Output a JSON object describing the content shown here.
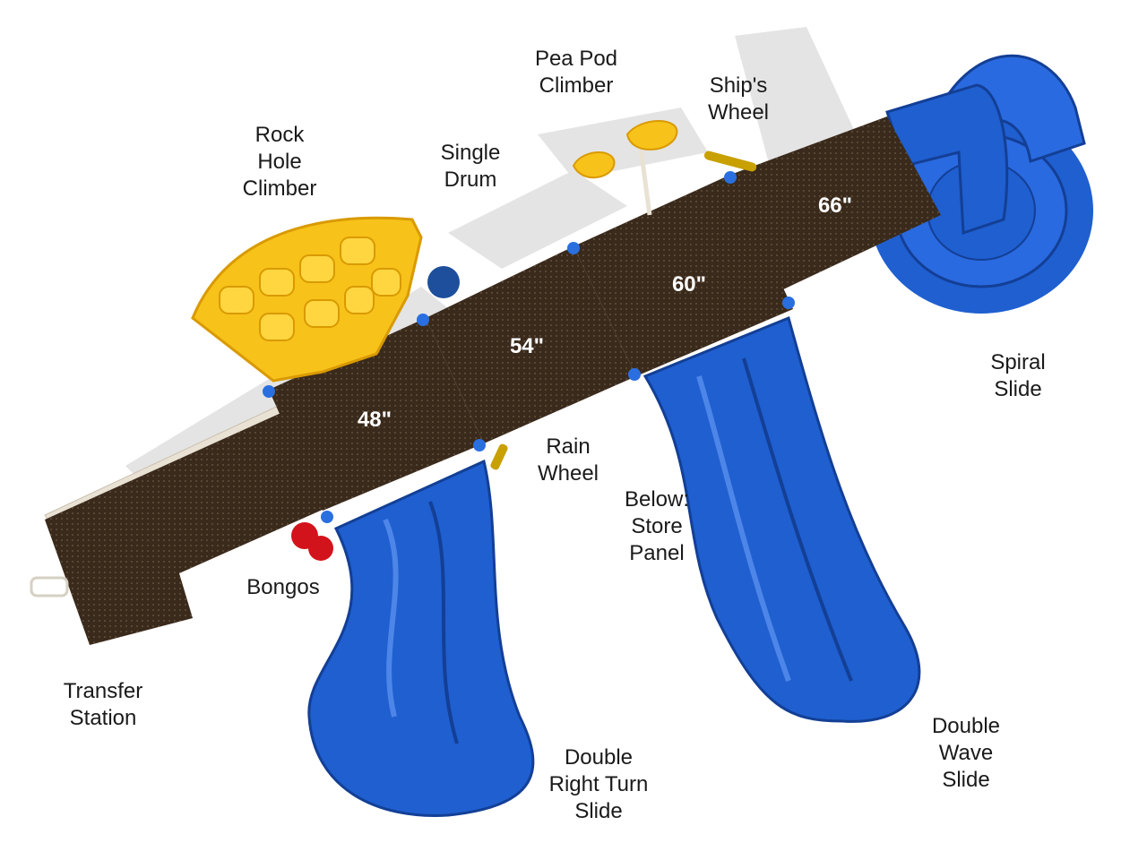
{
  "colors": {
    "deck": "#3a2a1c",
    "deck_light": "#4a3828",
    "slide_blue": "#1f5fd0",
    "slide_dark": "#133f95",
    "slide_light": "#4d86e8",
    "climber_yellow": "#f7c21a",
    "climber_dark": "#d99a00",
    "rail": "#e9e2d4",
    "bongo_red": "#d3131b",
    "drum_blue": "#1d4f9c",
    "shadow": "#dcdcdc",
    "clamp": "#2a6fe0"
  },
  "deck_heights": [
    "48\"",
    "54\"",
    "60\"",
    "66\""
  ],
  "labels": {
    "rock_hole_climber": [
      "Rock",
      "Hole",
      "Climber"
    ],
    "single_drum": [
      "Single",
      "Drum"
    ],
    "pea_pod_climber": [
      "Pea Pod",
      "Climber"
    ],
    "ships_wheel": [
      "Ship's",
      "Wheel"
    ],
    "spiral_slide": [
      "Spiral",
      "Slide"
    ],
    "rain_wheel": [
      "Rain",
      "Wheel"
    ],
    "store_panel": [
      "Below:",
      "Store",
      "Panel"
    ],
    "bongos": [
      "Bongos"
    ],
    "transfer_station": [
      "Transfer",
      "Station"
    ],
    "double_right_turn_slide": [
      "Double",
      "Right Turn",
      "Slide"
    ],
    "double_wave_slide": [
      "Double",
      "Wave",
      "Slide"
    ]
  }
}
